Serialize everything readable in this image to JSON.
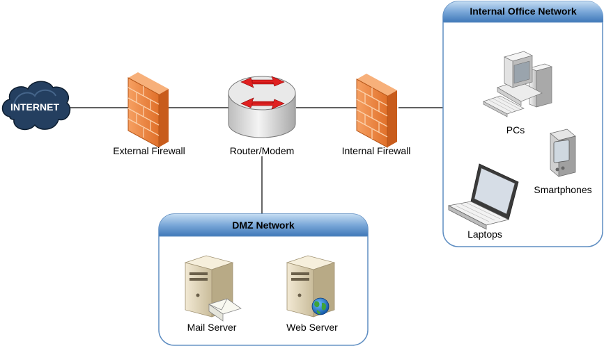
{
  "nodes": {
    "internet": "INTERNET",
    "external_firewall": "External Firewall",
    "router": "Router/Modem",
    "internal_firewall": "Internal Firewall"
  },
  "dmz": {
    "title": "DMZ Network",
    "mail_server": "Mail Server",
    "web_server": "Web Server"
  },
  "office": {
    "title": "Internal Office Network",
    "pcs": "PCs",
    "smartphones": "Smartphones",
    "laptops": "Laptops"
  },
  "colors": {
    "line": "#000000",
    "header_top": "#9cc3e6",
    "header_bottom": "#3f78b8",
    "container_border": "#5f8ec2",
    "firewall": "#f08a3c",
    "cloud": "#1e3a5a",
    "router_arrow": "#e02020"
  }
}
